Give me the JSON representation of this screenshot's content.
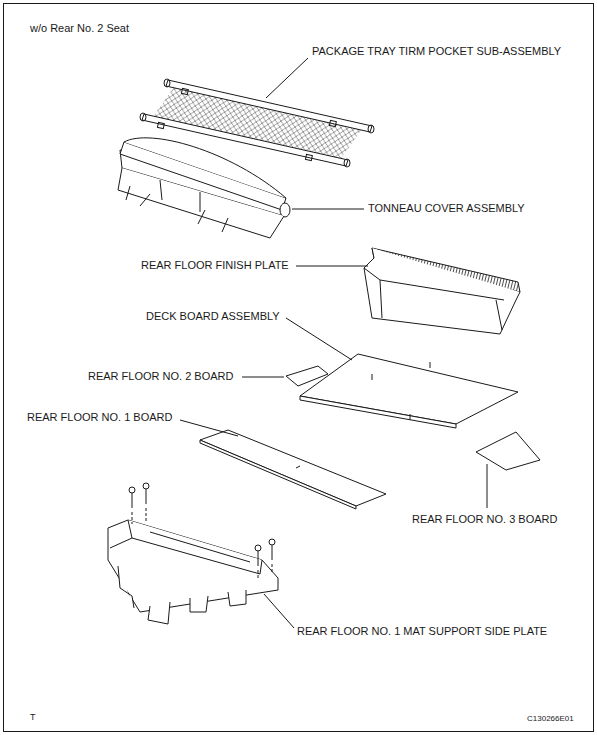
{
  "diagram": {
    "labels": [
      "w/o Rear No. 2 Seat",
      "PACKAGE TRAY TIRM POCKET SUB-ASSEMBLY",
      "TONNEAU COVER ASSEMBLY",
      "REAR FLOOR FINISH PLATE",
      "DECK BOARD ASSEMBLY",
      "REAR FLOOR NO. 2 BOARD",
      "REAR FLOOR NO. 1 BOARD",
      "REAR FLOOR NO. 3 BOARD",
      "REAR FLOOR NO. 1 MAT SUPPORT SIDE PLATE",
      "T",
      "C130266E01"
    ]
  }
}
